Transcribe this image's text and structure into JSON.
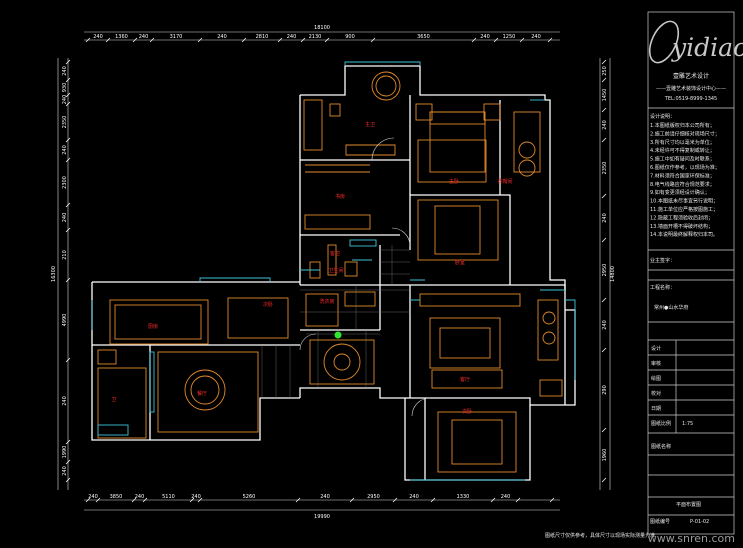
{
  "dimensions": {
    "top_segments": [
      "240",
      "1360",
      "240",
      "3170",
      "240",
      "2810",
      "240",
      "2130",
      "900",
      "3650",
      "240",
      "1250",
      "240"
    ],
    "top_total": "18100",
    "bottom_segments": [
      "240",
      "3850",
      "240",
      "5110",
      "240",
      "5260",
      "240",
      "2950",
      "240",
      "1330",
      "240"
    ],
    "bottom_total": "19990",
    "left_segments": [
      "240",
      "930",
      "240",
      "2350",
      "240",
      "2300",
      "240",
      "210",
      "4990",
      "240",
      "1990",
      "240"
    ],
    "left_total": "16300",
    "right_total": "14800",
    "right_segments": [
      "250",
      "1450",
      "240",
      "2350",
      "240",
      "2950",
      "240",
      "290",
      "1960"
    ]
  },
  "room_labels": [
    "主卫",
    "主卧",
    "书房",
    "衣帽间",
    "客卫",
    "卫生间",
    "洗衣房",
    "厨房",
    "餐厅",
    "卧室",
    "客厅",
    "次卧",
    "次卧",
    "卫"
  ],
  "title_block": {
    "logo": "yidiao",
    "company": "壹雕艺术设计",
    "subtitle": "——壹雕艺术装饰设计中心——",
    "tel": "TEL:0519-8999-1345",
    "notes_heading": "设计说明：",
    "notes": [
      "1.本图纸版权归本公司所有；",
      "2.施工前请仔细核对现场尺寸；",
      "3.所有尺寸均以毫米为单位；",
      "4.未经许可不得复制或转让；",
      "5.施工中如有疑问及时联系；",
      "6.图纸仅作参考，以现场为准；",
      "7.材料须符合国家环保标准；",
      "8.电气线路应符合规范要求；",
      "9.如有变更须经设计确认；",
      "10.本图纸未尽事宜另行说明；",
      "11.施工单位应严格按图施工；",
      "12.隐蔽工程须验收后封闭；",
      "13.墙面开槽不得破坏结构；",
      "14.本说明最终解释权归本司。"
    ],
    "client_label": "业主签字：",
    "project_label": "工程名称：",
    "project_name": "常州●山水华府",
    "rows": [
      {
        "label": "设计",
        "value": ""
      },
      {
        "label": "审核",
        "value": ""
      },
      {
        "label": "绘图",
        "value": ""
      },
      {
        "label": "校对",
        "value": ""
      },
      {
        "label": "日期",
        "value": ""
      },
      {
        "label": "图纸比例",
        "value": "1:75"
      },
      {
        "label": "图纸名称",
        "value": ""
      }
    ],
    "drawing_name": "平面布置图",
    "sheet_no_label": "图纸编号",
    "sheet_no": "P-01-02"
  },
  "footer_note": "图纸尺寸仅供参考，具体尺寸以现场实际测量为准",
  "watermark": "www.snren.com"
}
